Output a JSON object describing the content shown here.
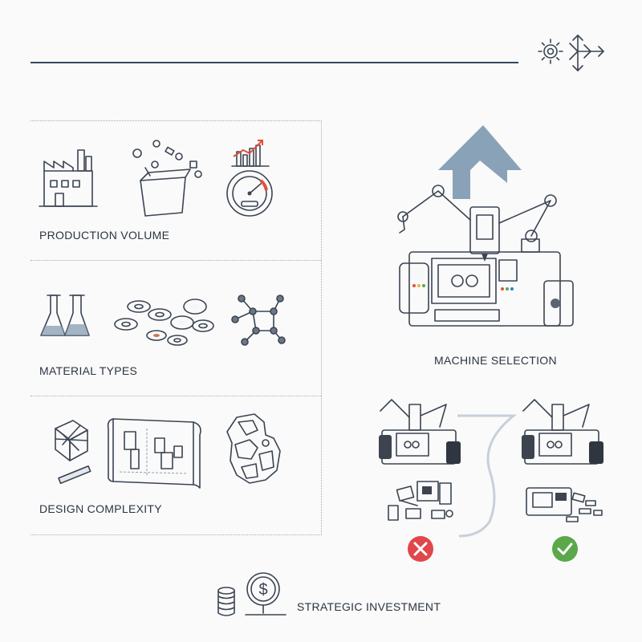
{
  "factors": [
    {
      "label": "PRODUCTION VOLUME"
    },
    {
      "label": "MATERIAL TYPES"
    },
    {
      "label": "DESIGN COMPLEXITY"
    }
  ],
  "machine_selection": {
    "label": "MACHINE SELECTION"
  },
  "footer": {
    "label": "STRATEGIC INVESTMENT"
  },
  "colors": {
    "ink": "#2c3440",
    "accent_blue": "#8aa2b8",
    "reject": "#e0474c",
    "accept": "#5aa84a",
    "alert": "#e0503a"
  },
  "icons": {
    "header": [
      "gear-icon",
      "split-arrows-icon"
    ],
    "production_volume": [
      "factory-icon",
      "parts-bin-icon",
      "gauge-chart-icon"
    ],
    "material_types": [
      "flasks-icon",
      "washers-icon",
      "molecule-icon"
    ],
    "design_complexity": [
      "wireframe-cube-icon",
      "blueprint-icon",
      "complex-part-icon"
    ],
    "decision": [
      "wrong-choice-icon",
      "right-choice-icon"
    ],
    "investment": [
      "coin-stack-icon",
      "dollar-sign-icon"
    ]
  }
}
